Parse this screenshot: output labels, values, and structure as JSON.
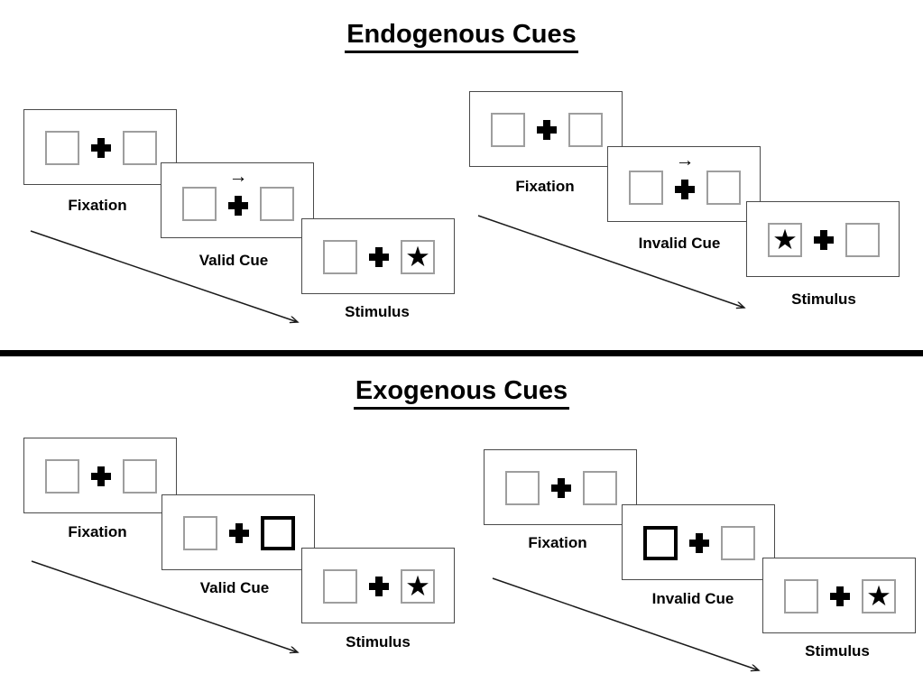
{
  "colors": {
    "background": "#ffffff",
    "ink": "#000000",
    "panel_border": "#4a4a4a",
    "square_border": "#9e9e9e"
  },
  "glyphs": {
    "arrow_right": "→",
    "star": "★"
  },
  "sections": [
    {
      "title": "Endogenous Cues",
      "groups": [
        {
          "name": "endogenous-valid",
          "panels": [
            {
              "label": "Fixation",
              "left": "empty",
              "right": "empty",
              "cue": "none"
            },
            {
              "label": "Valid Cue",
              "left": "empty",
              "right": "empty",
              "cue": "arrow-right"
            },
            {
              "label": "Stimulus",
              "left": "empty",
              "right": "star",
              "cue": "none"
            }
          ]
        },
        {
          "name": "endogenous-invalid",
          "panels": [
            {
              "label": "Fixation",
              "left": "empty",
              "right": "empty",
              "cue": "none"
            },
            {
              "label": "Invalid Cue",
              "left": "empty",
              "right": "empty",
              "cue": "arrow-right"
            },
            {
              "label": "Stimulus",
              "left": "star",
              "right": "empty",
              "cue": "none"
            }
          ]
        }
      ]
    },
    {
      "title": "Exogenous Cues",
      "groups": [
        {
          "name": "exogenous-valid",
          "panels": [
            {
              "label": "Fixation",
              "left": "empty",
              "right": "empty",
              "cue": "none"
            },
            {
              "label": "Valid Cue",
              "left": "empty",
              "right": "empty",
              "cue": "thick-right"
            },
            {
              "label": "Stimulus",
              "left": "empty",
              "right": "star",
              "cue": "none"
            }
          ]
        },
        {
          "name": "exogenous-invalid",
          "panels": [
            {
              "label": "Fixation",
              "left": "empty",
              "right": "empty",
              "cue": "none"
            },
            {
              "label": "Invalid Cue",
              "left": "empty",
              "right": "empty",
              "cue": "thick-left"
            },
            {
              "label": "Stimulus",
              "left": "empty",
              "right": "star",
              "cue": "none"
            }
          ]
        }
      ]
    }
  ]
}
